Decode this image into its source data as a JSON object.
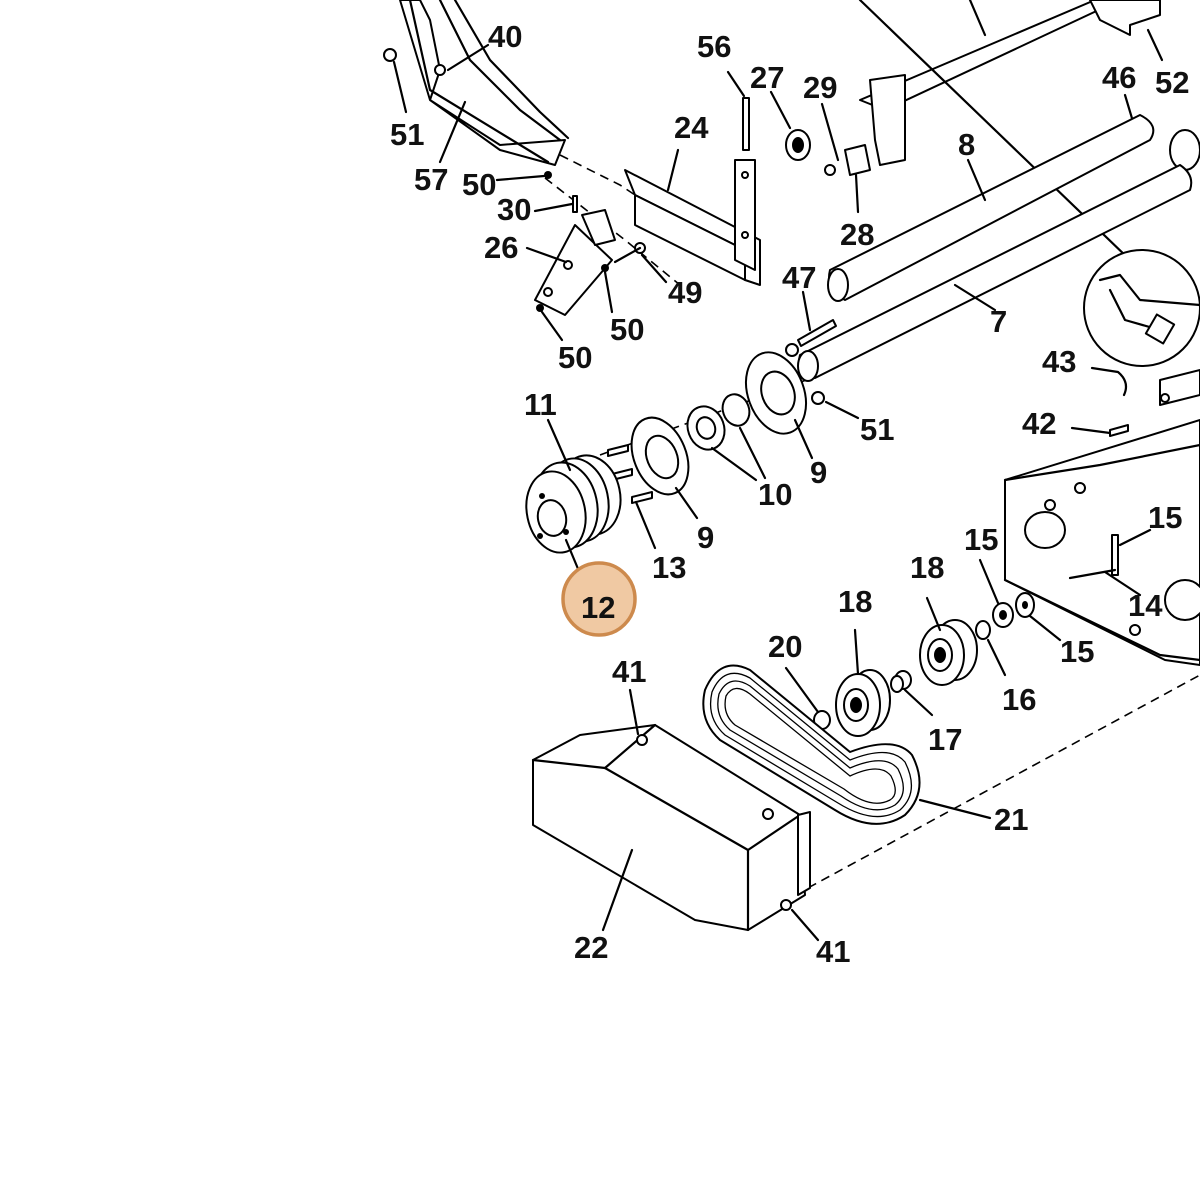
{
  "diagram": {
    "highlighted_label": "12",
    "labels": [
      "40",
      "51",
      "57",
      "56",
      "24",
      "27",
      "29",
      "28",
      "8",
      "46",
      "52",
      "50",
      "30",
      "26",
      "49",
      "50",
      "50",
      "47",
      "7",
      "43",
      "42",
      "11",
      "10",
      "9",
      "51",
      "9",
      "13",
      "12",
      "15",
      "15",
      "14",
      "18",
      "18",
      "15",
      "16",
      "17",
      "20",
      "41",
      "21",
      "22",
      "41"
    ]
  }
}
